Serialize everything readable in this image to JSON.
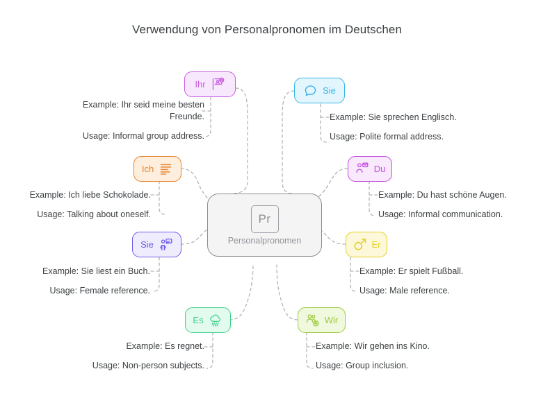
{
  "diagram": {
    "title": "Verwendung von Personalpronomen im Deutschen",
    "type": "mind-map",
    "background": "#ffffff",
    "center": {
      "glyph": "Pr",
      "label": "Personalpronomen",
      "border_color": "#8a8d91",
      "fill_color": "#f4f4f4",
      "text_color": "#909399"
    },
    "branches": [
      {
        "id": "ihr",
        "label": "Ihr",
        "icon": "person-flag-icon",
        "icon_side": "right",
        "color": "#c95fe0",
        "fill": "#f8e8fd",
        "side": "left",
        "example": "Example: Ihr seid meine besten Freunde.",
        "usage": "Usage: Informal group address."
      },
      {
        "id": "sie-formal",
        "label": "Sie",
        "icon": "speech-bubble-icon",
        "icon_side": "left",
        "color": "#35b4e8",
        "fill": "#e4f6fd",
        "side": "right",
        "example": "Example: Sie sprechen Englisch.",
        "usage": "Usage: Polite formal address."
      },
      {
        "id": "ich",
        "label": "Ich",
        "icon": "text-lines-icon",
        "icon_side": "right",
        "color": "#e8832a",
        "fill": "#fdeedd",
        "side": "left",
        "example": "Example: Ich liebe Schokolade.",
        "usage": "Usage: Talking about oneself."
      },
      {
        "id": "du",
        "label": "Du",
        "icon": "person-message-icon",
        "icon_side": "left",
        "color": "#c44ce0",
        "fill": "#f8e9fd",
        "side": "right",
        "example": "Example: Du hast schöne Augen.",
        "usage": "Usage: Informal communication."
      },
      {
        "id": "sie-female",
        "label": "Sie",
        "icon": "person-chat-icon",
        "icon_side": "right",
        "color": "#6c5ce7",
        "fill": "#eeecfd",
        "side": "left",
        "example": "Example: Sie liest ein Buch.",
        "usage": "Usage: Female reference."
      },
      {
        "id": "er",
        "label": "Er",
        "icon": "male-symbol-icon",
        "icon_side": "left",
        "color": "#e2cf28",
        "fill": "#fcf8d9",
        "side": "right",
        "example": "Example: Er spielt Fußball.",
        "usage": "Usage: Male reference."
      },
      {
        "id": "es",
        "label": "Es",
        "icon": "rain-cloud-icon",
        "icon_side": "right",
        "color": "#3fd08a",
        "fill": "#e3faef",
        "side": "left",
        "example": "Example: Es regnet.",
        "usage": "Usage: Non-person subjects."
      },
      {
        "id": "wir",
        "label": "Wir",
        "icon": "group-add-icon",
        "icon_side": "left",
        "color": "#9acb3c",
        "fill": "#f0f8dd",
        "side": "right",
        "example": "Example: Wir gehen ins Kino.",
        "usage": "Usage: Group inclusion."
      }
    ]
  }
}
